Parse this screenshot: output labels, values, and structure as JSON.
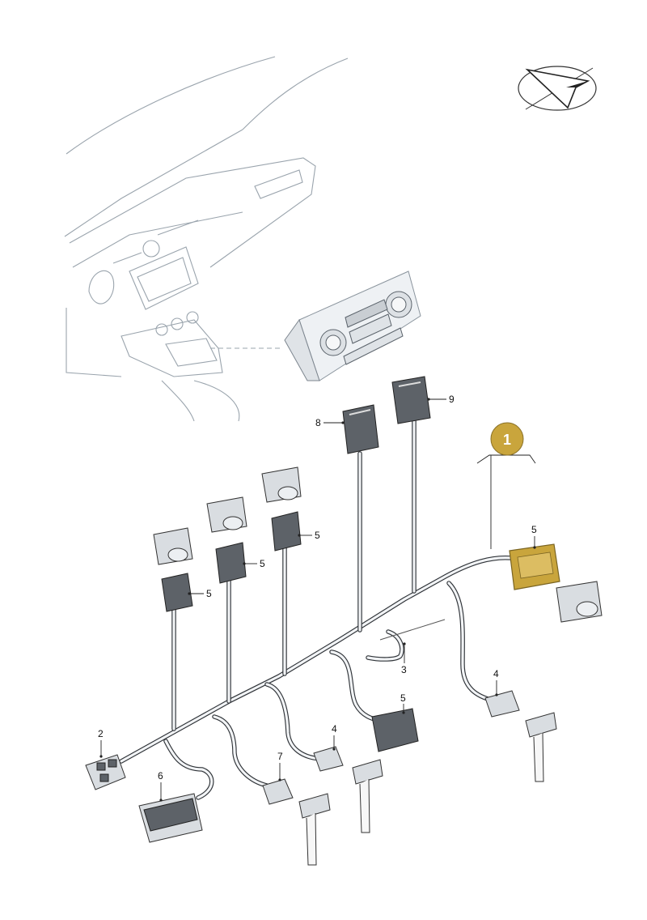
{
  "callout": {
    "label": "1",
    "color": "#c9a53c"
  },
  "labels": {
    "l2": "2",
    "l3": "3",
    "l4a": "4",
    "l4b": "4",
    "l5a": "5",
    "l5b": "5",
    "l5c": "5",
    "l5d": "5",
    "l5e": "5",
    "l6": "6",
    "l7": "7",
    "l8": "8",
    "l9": "9"
  },
  "colors": {
    "highlight": "#c9a53c",
    "harness": "#2f3338",
    "line_art": "#9aa4ad"
  },
  "icons": [
    "direction-arrow-icon"
  ]
}
